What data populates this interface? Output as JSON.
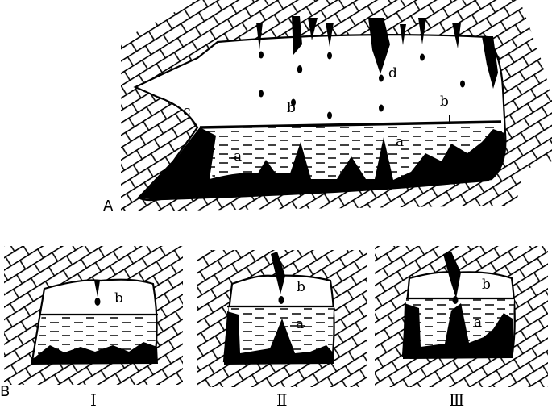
{
  "colors": {
    "ink": "#000000",
    "paper": "#ffffff"
  },
  "labels": {
    "main_figure": "A",
    "lower_row": "B",
    "water": "a",
    "air": "b",
    "rock": "c",
    "drip": "d",
    "stage_1": "Ⅰ",
    "stage_2": "Ⅱ",
    "stage_3": "Ⅲ"
  }
}
